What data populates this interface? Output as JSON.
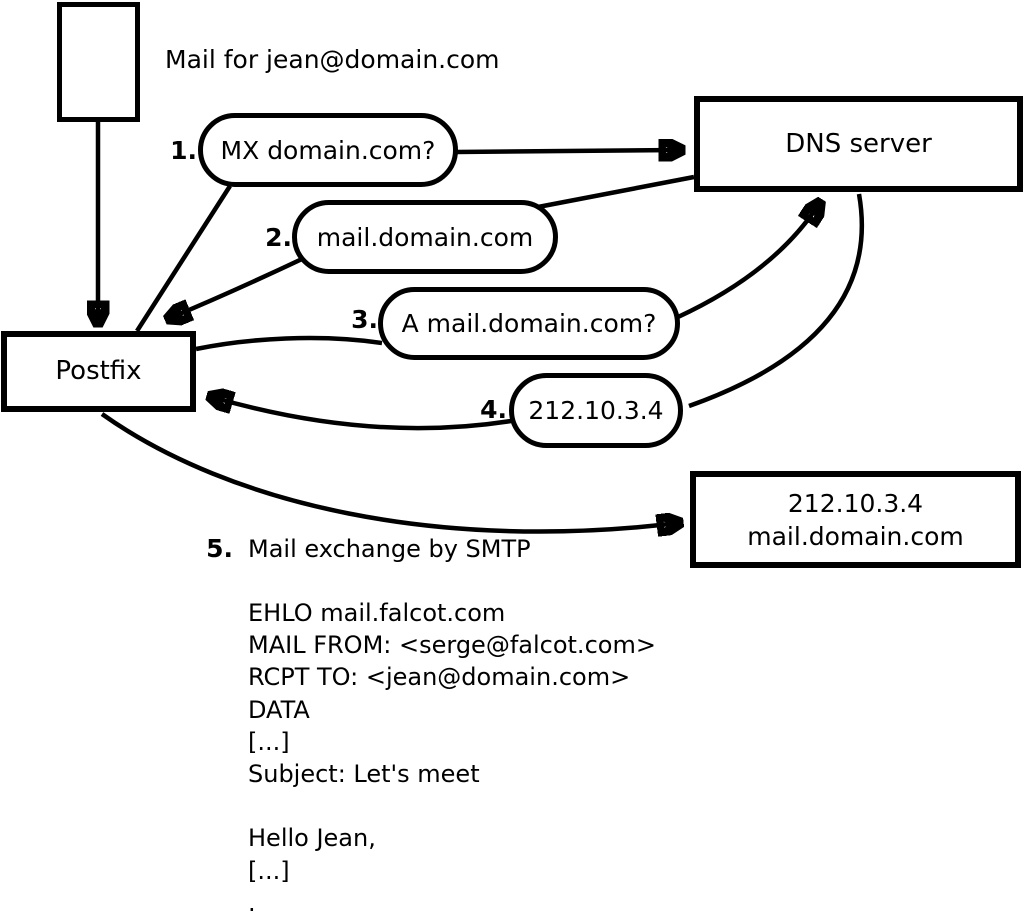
{
  "title": "Mail for jean@domain.com",
  "nodes": {
    "postfix": {
      "label": "Postfix"
    },
    "dns_server": {
      "label": "DNS server"
    },
    "mail_server": {
      "line1": "212.10.3.4",
      "line2": "mail.domain.com"
    }
  },
  "steps": [
    {
      "num": "1.",
      "label": "MX domain.com?"
    },
    {
      "num": "2.",
      "label": "mail.domain.com"
    },
    {
      "num": "3.",
      "label": "A mail.domain.com?"
    },
    {
      "num": "4.",
      "label": "212.10.3.4"
    },
    {
      "num": "5.",
      "label": "Mail exchange by SMTP"
    }
  ],
  "smtp_session": {
    "lines": [
      "EHLO mail.falcot.com",
      "MAIL FROM: <serge@falcot.com>",
      "RCPT TO: <jean@domain.com>",
      "DATA",
      "[...]",
      "Subject: Let's meet",
      "",
      "Hello Jean,",
      "[...]",
      "."
    ]
  },
  "colors": {
    "stroke": "#000000",
    "background": "#ffffff"
  }
}
